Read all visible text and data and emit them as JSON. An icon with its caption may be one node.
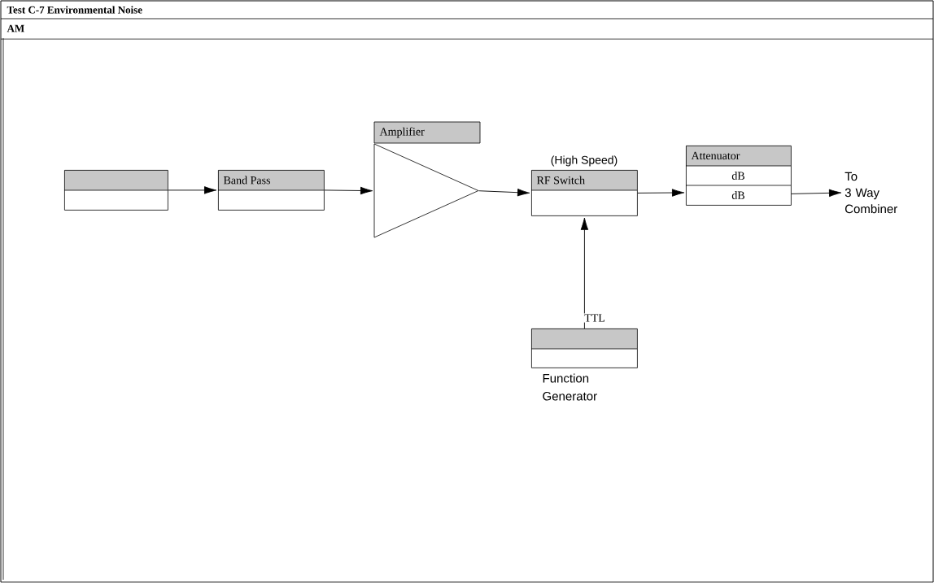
{
  "diagram": {
    "title": "Test C-7 Environmental Noise",
    "nodes": [
      {
        "text": [],
        "shape": "box"
      },
      {
        "text": [
          "Band Pass"
        ]
      },
      {
        "text": [
          "Amplifier"
        ]
      },
      {
        "text": [
          "(High Speed)",
          "RF Switch"
        ]
      },
      {
        "text": [
          "Attenuator",
          "dB",
          "dB"
        ]
      },
      {
        "text": [
          "To 3 Way Combiner"
        ]
      },
      {
        "text": [],
        "shape": "box",
        "beside": [
          "Function Generator"
        ]
      }
    ],
    "edges": [
      {
        "from": 0,
        "to": 1,
        "arrow": "to"
      },
      {
        "from": 1,
        "to": 2,
        "arrow": "to"
      },
      {
        "from": 2,
        "to": 3,
        "arrow": "to"
      },
      {
        "from": 3,
        "to": 4,
        "arrow": "to"
      },
      {
        "from": 4,
        "to": 5,
        "arrow": "to"
      },
      {
        "from": 6,
        "to": 3,
        "arrow": "to",
        "label": "TTL"
      }
    ],
    "labels": [
      "AM"
    ]
  }
}
